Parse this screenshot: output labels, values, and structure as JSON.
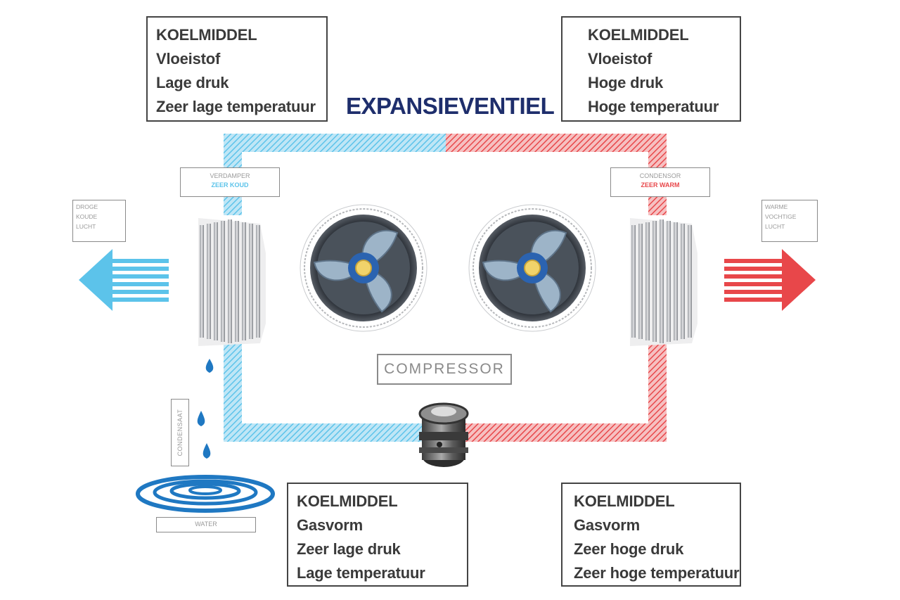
{
  "title": "EXPANSIEVENTIEL",
  "boxes": {
    "top_left": [
      "KOELMIDDEL",
      "Vloeistof",
      "Lage druk",
      "Zeer lage temperatuur"
    ],
    "top_right": [
      "KOELMIDDEL",
      "Vloeistof",
      "Hoge druk",
      "Hoge temperatuur"
    ],
    "bottom_left": [
      "KOELMIDDEL",
      "Gasvorm",
      "Zeer lage druk",
      "Lage temperatuur"
    ],
    "bottom_right": [
      "KOELMIDDEL",
      "Gasvorm",
      "Zeer hoge druk",
      "Zeer hoge temperatuur"
    ]
  },
  "evaporator": {
    "label": "Verdamper",
    "state": "Zeer koud"
  },
  "condenser": {
    "label": "Condensor",
    "state": "Zeer warm"
  },
  "compressor_label": "COMPRESSOR",
  "condensaat_label": "Condensaat",
  "water_label": "Water",
  "left_air": [
    "Droge",
    "koude",
    "lucht"
  ],
  "right_air": [
    "Warme",
    "vochtige",
    "lucht"
  ],
  "colors": {
    "cold": "#5cc3ea",
    "hot": "#e8474a",
    "title": "#1e2e6c",
    "water": "#1f78c2",
    "border": "#444444"
  }
}
